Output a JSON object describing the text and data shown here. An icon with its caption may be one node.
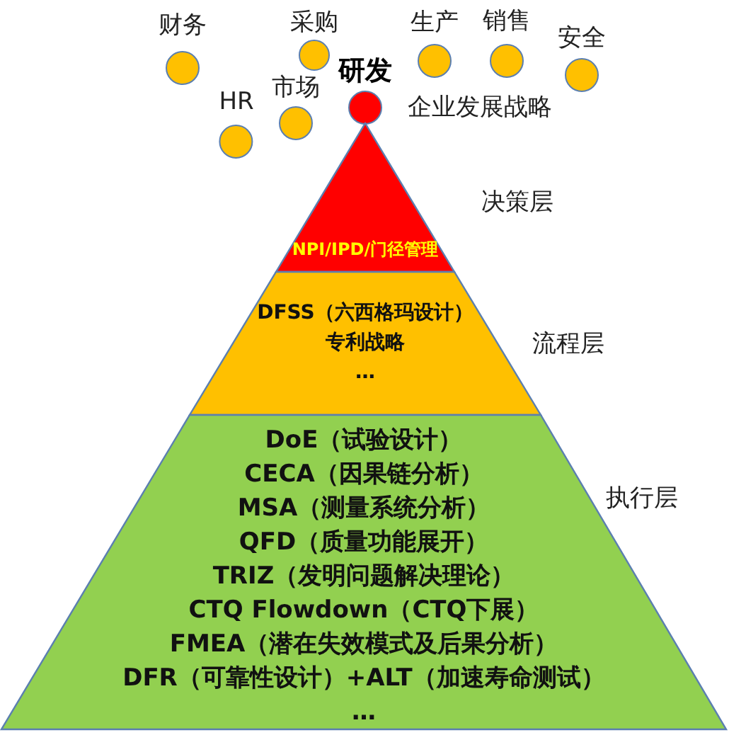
{
  "diagram": {
    "nodes": [
      {
        "text": [
          "财务"
        ]
      },
      {
        "text": [
          "采购"
        ]
      },
      {
        "text": [
          "生产"
        ]
      },
      {
        "text": [
          "销售"
        ]
      },
      {
        "text": [
          "安全"
        ]
      },
      {
        "text": [
          "HR"
        ]
      },
      {
        "text": [
          "市场"
        ]
      },
      {
        "text": [
          "研发"
        ]
      },
      {
        "text": [
          "NPI/IPD/门径管理"
        ],
        "beside": [
          "决策层"
        ]
      },
      {
        "text": [
          "DFSS（六西格玛设计）",
          "专利战略",
          "…"
        ],
        "beside": [
          "流程层"
        ]
      },
      {
        "text": [
          "DoE（试验设计）",
          "CECA（因果链分析）",
          "MSA（测量系统分析）",
          "QFD（质量功能展开）",
          "TRIZ（发明问题解决理论）",
          "CTQ Flowdown（CTQ下展）",
          "FMEA（潜在失效模式及后果分析）",
          "DFR（可靠性设计）+ALT（加速寿命测试）",
          "…"
        ],
        "beside": [
          "执行层"
        ]
      }
    ],
    "edges": [],
    "labels": [
      "企业发展战略"
    ]
  }
}
